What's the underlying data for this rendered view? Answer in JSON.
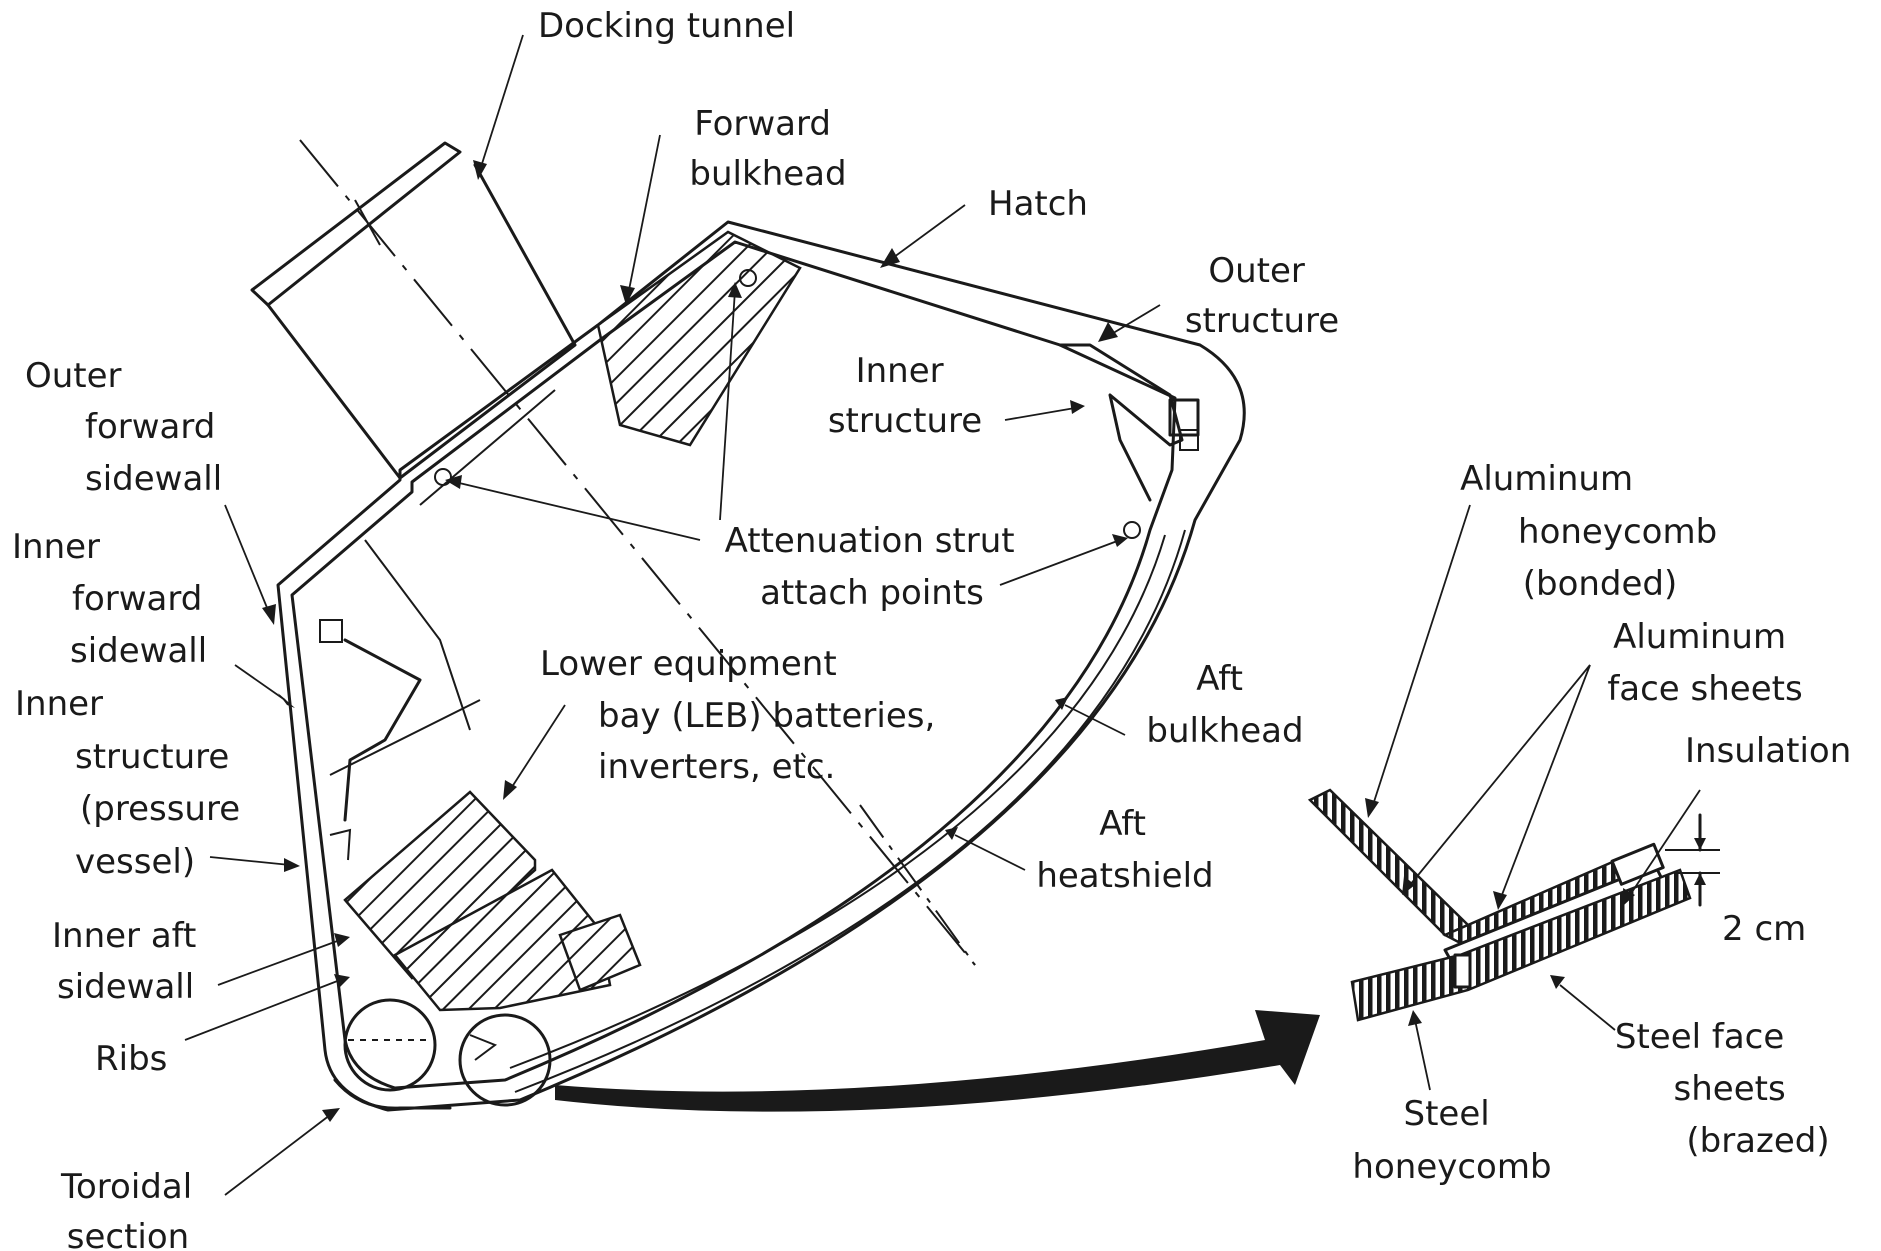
{
  "labels": {
    "docking_tunnel": "Docking tunnel",
    "forward_bulkhead": [
      "Forward",
      "bulkhead"
    ],
    "hatch": "Hatch",
    "outer_structure": [
      "Outer",
      "structure"
    ],
    "inner_structure_top": [
      "Inner",
      "structure"
    ],
    "outer_forward_sidewall": [
      "Outer",
      "forward",
      "sidewall"
    ],
    "inner_forward_sidewall": [
      "Inner",
      "forward",
      "sidewall"
    ],
    "inner_structure_pressure": [
      "Inner",
      "structure",
      "(pressure",
      "vessel)"
    ],
    "inner_aft_sidewall": [
      "Inner aft",
      "sidewall"
    ],
    "ribs": "Ribs",
    "toroidal_section": [
      "Toroidal",
      "section"
    ],
    "attenuation_strut": [
      "Attenuation strut",
      "attach points"
    ],
    "lower_equipment_bay": [
      "Lower equipment",
      "bay (LEB) batteries,",
      "inverters, etc."
    ],
    "aft_bulkhead": [
      "Aft",
      "bulkhead"
    ],
    "aft_heatshield": [
      "Aft",
      "heatshield"
    ],
    "aluminum_honeycomb": [
      "Aluminum",
      "honeycomb",
      "(bonded)"
    ],
    "aluminum_face_sheets": [
      "Aluminum",
      "face sheets"
    ],
    "insulation": "Insulation",
    "thickness": "2 cm",
    "steel_face_sheets": [
      "Steel face",
      "sheets",
      "(brazed)"
    ],
    "steel_honeycomb": [
      "Steel",
      "honeycomb"
    ]
  }
}
